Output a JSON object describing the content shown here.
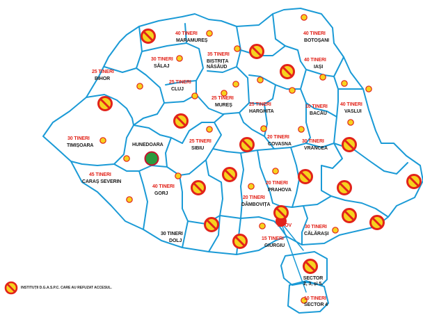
{
  "colors": {
    "border": "#1a9ad6",
    "refused_ring": "#e2231a",
    "refused_fill": "#f6d21e",
    "small_circle_fill": "#f6d21e",
    "small_circle_ring": "#e2231a",
    "hunedoara_fill": "#2a9a3e",
    "hunedoara_ring": "#c8102e",
    "count_text": "#e2231a",
    "county_text": "#1a1a1a"
  },
  "legend": {
    "icon": "no-access-icon",
    "label": "INSTITUȚII D.G.A.S.P.C. CARE AU REFUZAT ACCESUL."
  },
  "regions": [
    {
      "county": "MARAMUREȘ",
      "count": "40 TINERI"
    },
    {
      "county": "BOTOȘANI",
      "count": "40 TINERI"
    },
    {
      "county": "SĂLAJ",
      "count": "30 TINERI"
    },
    {
      "county": "BISTRIȚA NĂSĂUD",
      "count": "35 TINERI"
    },
    {
      "county": "BIHOR",
      "count": "25 TINERI"
    },
    {
      "county": "CLUJ",
      "count": "25 TINERI"
    },
    {
      "county": "IAȘI",
      "count": "40 TINERI"
    },
    {
      "county": "MUREȘ",
      "count": "25 TINERI"
    },
    {
      "county": "HARGHITA",
      "count": "25 TINERI"
    },
    {
      "county": "BACĂU",
      "count": "10 TINERI"
    },
    {
      "county": "VASLUI",
      "count": "40 TINERI"
    },
    {
      "county": "TIMIȘOARA",
      "count": "30 TINERI"
    },
    {
      "county": "HUNEDOARA",
      "count": ""
    },
    {
      "county": "SIBIU",
      "count": "25 TINERI"
    },
    {
      "county": "COVASNA",
      "count": "20 TINERI"
    },
    {
      "county": "VRANCEA",
      "count": "30 TINERI"
    },
    {
      "county": "CARAȘ SEVERIN",
      "count": "45 TINERI"
    },
    {
      "county": "GORJ",
      "count": "40 TINERI"
    },
    {
      "county": "PRAHOVA",
      "count": "20 TINERI"
    },
    {
      "county": "DÂMBOVIȚA",
      "count": "20 TINERI"
    },
    {
      "county": "ILFOV",
      "count": ""
    },
    {
      "county": "DOLJ",
      "count": "30 TINERI"
    },
    {
      "county": "GIURGIU",
      "count": "15 TINERI"
    },
    {
      "county": "CĂLĂRAȘI",
      "count": "30 TINERI"
    },
    {
      "county": "SECTOR 2, 3, și 5.",
      "count": ""
    },
    {
      "county": "SECTOR 4",
      "count": "10 TINERI"
    }
  ]
}
